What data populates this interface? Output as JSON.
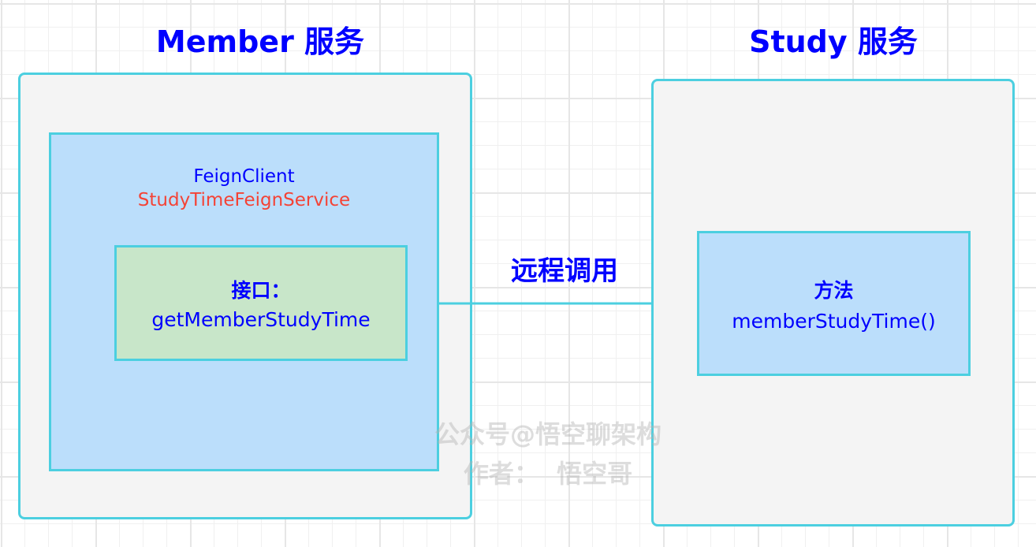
{
  "colors": {
    "title": "#0000ff",
    "border": "#4ccfe0",
    "outer_fill": "#f4f4f4",
    "inner_fill": "#bbdefb",
    "interface_fill": "#c8e6c9",
    "service_name": "#f44336"
  },
  "member": {
    "title": "Member 服务",
    "client_label": "FeignClient",
    "service_name": "StudyTimeFeignService",
    "interface_label": "接口：",
    "interface_name": "getMemberStudyTime"
  },
  "arrow": {
    "label": "远程调用"
  },
  "study": {
    "title": "Study 服务",
    "method_label": "方法",
    "method_name": "memberStudyTime()"
  },
  "watermark": {
    "line1": "公众号@悟空聊架构",
    "line2": "作者：  悟空哥"
  }
}
